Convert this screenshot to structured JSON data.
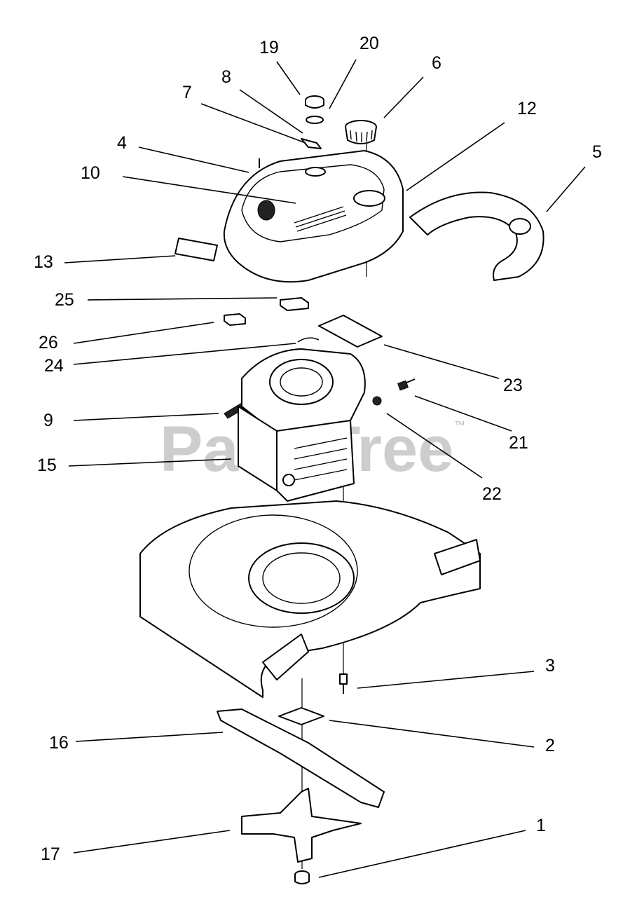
{
  "watermark": {
    "text": "PartsTree",
    "mark": "™"
  },
  "colors": {
    "line": "#000000",
    "background": "#ffffff",
    "watermark": "#bdbdbd"
  },
  "callouts": [
    {
      "id": "c19",
      "label": "19"
    },
    {
      "id": "c20",
      "label": "20"
    },
    {
      "id": "c8",
      "label": "8"
    },
    {
      "id": "c6",
      "label": "6"
    },
    {
      "id": "c7",
      "label": "7"
    },
    {
      "id": "c12",
      "label": "12"
    },
    {
      "id": "c4",
      "label": "4"
    },
    {
      "id": "c5",
      "label": "5"
    },
    {
      "id": "c10",
      "label": "10"
    },
    {
      "id": "c13",
      "label": "13"
    },
    {
      "id": "c25",
      "label": "25"
    },
    {
      "id": "c26",
      "label": "26"
    },
    {
      "id": "c24",
      "label": "24"
    },
    {
      "id": "c23",
      "label": "23"
    },
    {
      "id": "c21",
      "label": "21"
    },
    {
      "id": "c9",
      "label": "9"
    },
    {
      "id": "c15",
      "label": "15"
    },
    {
      "id": "c22",
      "label": "22"
    },
    {
      "id": "c3",
      "label": "3"
    },
    {
      "id": "c2",
      "label": "2"
    },
    {
      "id": "c16",
      "label": "16"
    },
    {
      "id": "c1",
      "label": "1"
    },
    {
      "id": "c17",
      "label": "17"
    }
  ]
}
